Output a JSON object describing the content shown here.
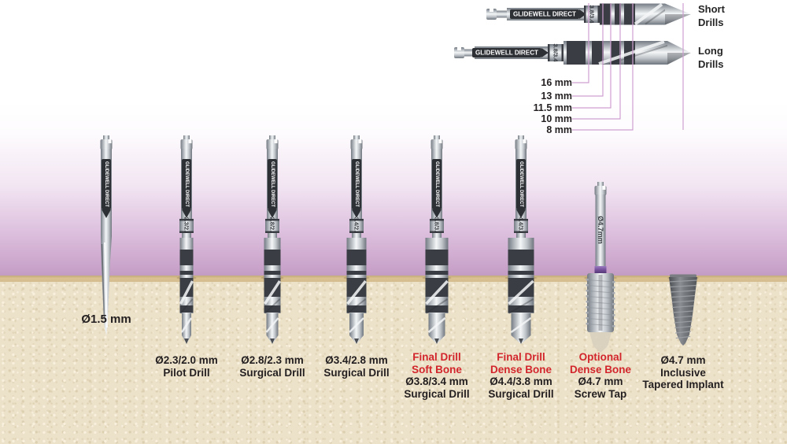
{
  "legend": {
    "short_drills_label": "Short\nDrills",
    "long_drills_label": "Long\nDrills",
    "engraving": "3.8/3.4"
  },
  "depth_labels": [
    "16 mm",
    "13 mm",
    "11.5 mm",
    "10 mm",
    "8 mm"
  ],
  "brand_label": "GLIDEWELL DIRECT",
  "instruments": [
    {
      "id": "lance-drill",
      "engraving": "",
      "spec": "Ø1.5 mm"
    },
    {
      "id": "pilot-drill",
      "engraving": "2.3/2.0",
      "spec": "Ø2.3/2.0 mm\nPilot Drill"
    },
    {
      "id": "surgical-drill-2-8",
      "engraving": "2.8/2.3",
      "spec": "Ø2.8/2.3 mm\nSurgical Drill"
    },
    {
      "id": "surgical-drill-3-4",
      "engraving": "3.4/2.8",
      "spec": "Ø3.4/2.8 mm\nSurgical Drill"
    },
    {
      "id": "final-drill-soft-bone",
      "engraving": "3.8/3.4",
      "warning": "Final Drill\nSoft Bone",
      "spec": "Ø3.8/3.4 mm\nSurgical Drill"
    },
    {
      "id": "final-drill-dense-bone",
      "engraving": "4.4/3.8",
      "warning": "Final Drill\nDense Bone",
      "spec": "Ø4.4/3.8 mm\nSurgical Drill"
    },
    {
      "id": "screw-tap",
      "engraving": "Ø4.7mm",
      "warning": "Optional\nDense Bone",
      "spec": "Ø4.7 mm\nScrew Tap"
    },
    {
      "id": "tapered-implant",
      "engraving": "",
      "spec": "Ø4.7 mm\nInclusive\nTapered Implant"
    }
  ],
  "colors": {
    "warning_red": "#d2262c",
    "measure_line": "#cf9fd1",
    "tap_ring_purple": "#6f4b94",
    "gum_purple": "#c8a1c9",
    "bone_sand": "#ece1c9"
  }
}
